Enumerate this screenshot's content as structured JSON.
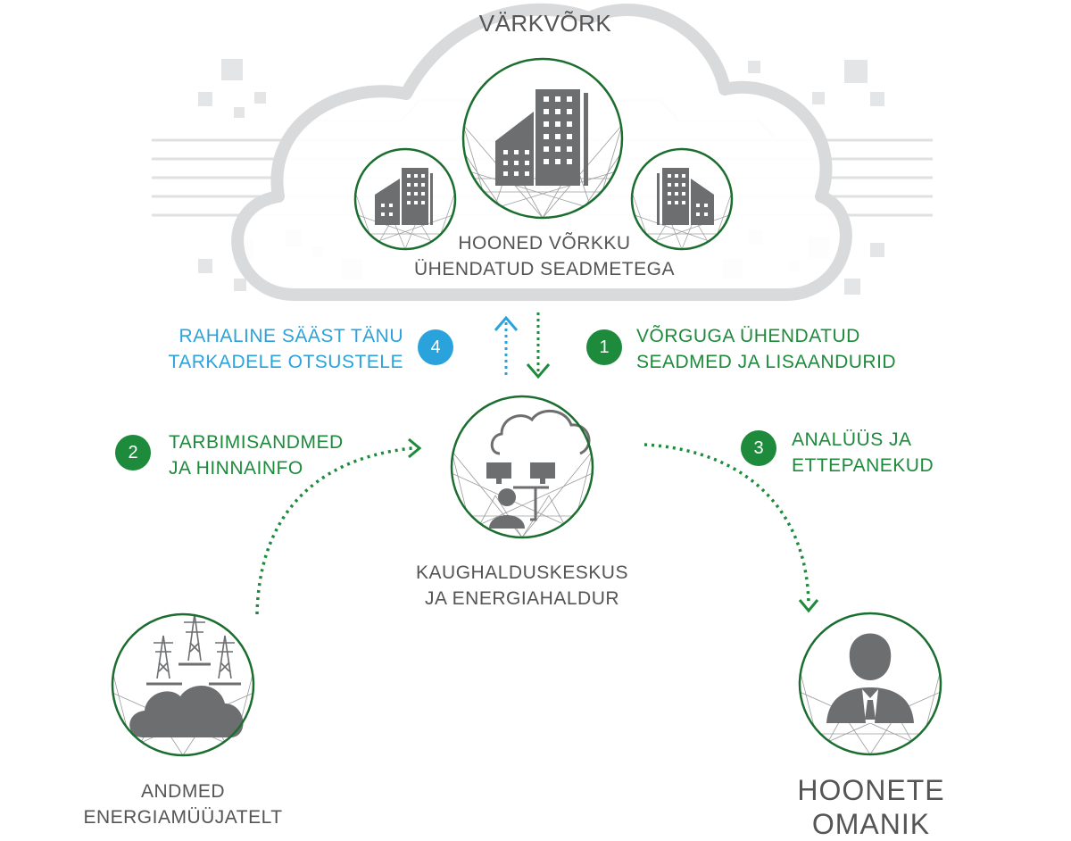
{
  "colors": {
    "green": "#1e8a3c",
    "blue": "#2aa3dc",
    "gray_text": "#555555",
    "icon_gray": "#6d6e70",
    "cloud_gray": "#d9dadb"
  },
  "cloud": {
    "title": "VÄRKVÕRK"
  },
  "buildings": {
    "line1": "HOONED VÕRKKU",
    "line2": "ÜHENDATUD SEADMETEGA"
  },
  "steps": {
    "one": {
      "number": "1",
      "line1": "VÕRGUGA ÜHENDATUD",
      "line2": "SEADMED JA LISAANDURID"
    },
    "two": {
      "number": "2",
      "line1": "TARBIMISANDMED",
      "line2": "JA HINNAINFO"
    },
    "three": {
      "number": "3",
      "line1": "ANALÜÜS JA",
      "line2": "ETTEPANEKUD"
    },
    "four": {
      "number": "4",
      "line1": "RAHALINE SÄÄST TÄNU",
      "line2": "TARKADELE OTSUSTELE"
    }
  },
  "center": {
    "line1": "KAUGHALDUSKESKUS",
    "line2": "JA ENERGIAHALDUR"
  },
  "supplier": {
    "line1": "ANDMED",
    "line2": "ENERGIAMÜÜJATELT"
  },
  "owner": {
    "line1": "HOONETE",
    "line2": "OMANIK"
  }
}
